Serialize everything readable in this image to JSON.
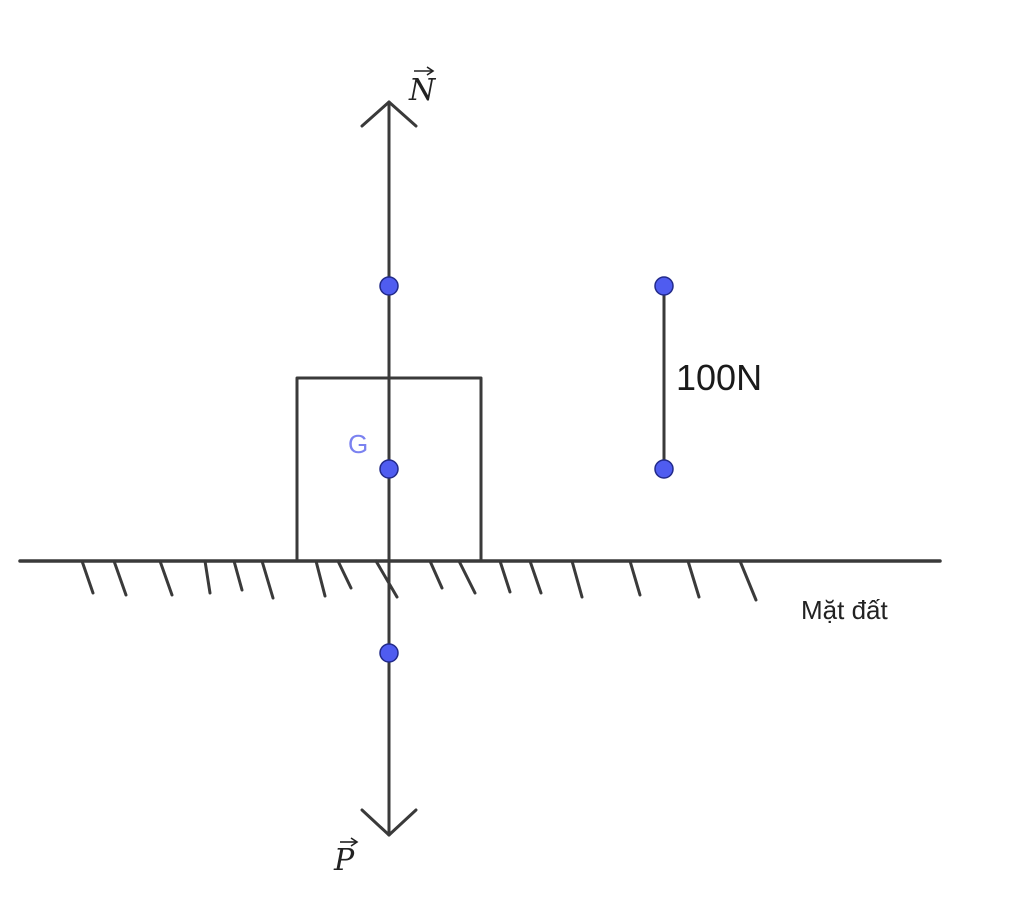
{
  "forces": {
    "normal_label": "N",
    "weight_label": "P"
  },
  "center_of_gravity_label": "G",
  "scale": {
    "label": "100N"
  },
  "ground": {
    "label": "Mặt đất"
  },
  "colors": {
    "line": "#3a3a3a",
    "point_fill": "#4f5cf0",
    "point_label": "#7b82f0"
  }
}
